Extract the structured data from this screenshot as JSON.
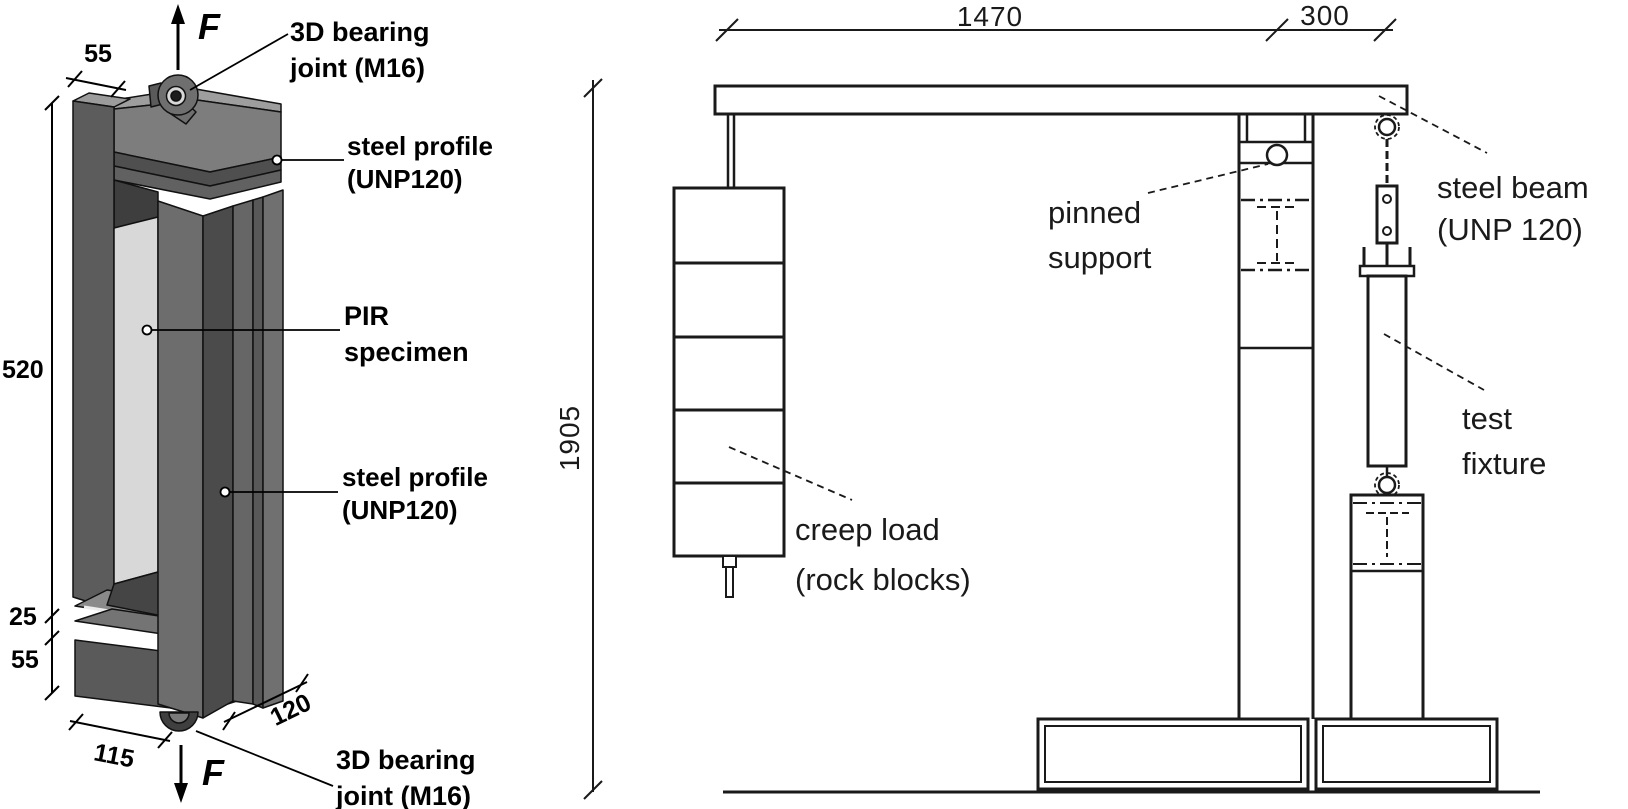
{
  "left_panel": {
    "annotations": {
      "bearing_top": [
        "3D bearing",
        "joint (M16)"
      ],
      "profile_top": [
        "steel profile",
        "(UNP120)"
      ],
      "pir": [
        "PIR",
        "specimen"
      ],
      "profile_front": [
        "steel profile",
        "(UNP120)"
      ],
      "bearing_bottom": [
        "3D bearing",
        "joint (M16)"
      ],
      "force_top": "F",
      "force_bottom": "F"
    },
    "dimensions": {
      "top_flange_width": "55",
      "specimen_height": "520",
      "gap": "25",
      "bottom_flange_height": "55",
      "base_width": "115",
      "profile_depth": "120"
    }
  },
  "right_panel": {
    "annotations": {
      "pinned_support": [
        "pinned",
        "support"
      ],
      "steel_beam": [
        "steel beam",
        "(UNP 120)"
      ],
      "test_fixture": [
        "test",
        "fixture"
      ],
      "creep_load": [
        "creep load",
        "(rock blocks)"
      ]
    },
    "dimensions": {
      "beam_span": "1470",
      "beam_overhang": "300",
      "frame_height": "1905"
    }
  },
  "colors": {
    "line": "#1a1a1a",
    "steel_dark": "#4b4b4b",
    "steel_mid": "#6d6d6d",
    "steel_light": "#9e9e9e",
    "pir_specimen": "#d8d8d8",
    "background": "#ffffff"
  }
}
